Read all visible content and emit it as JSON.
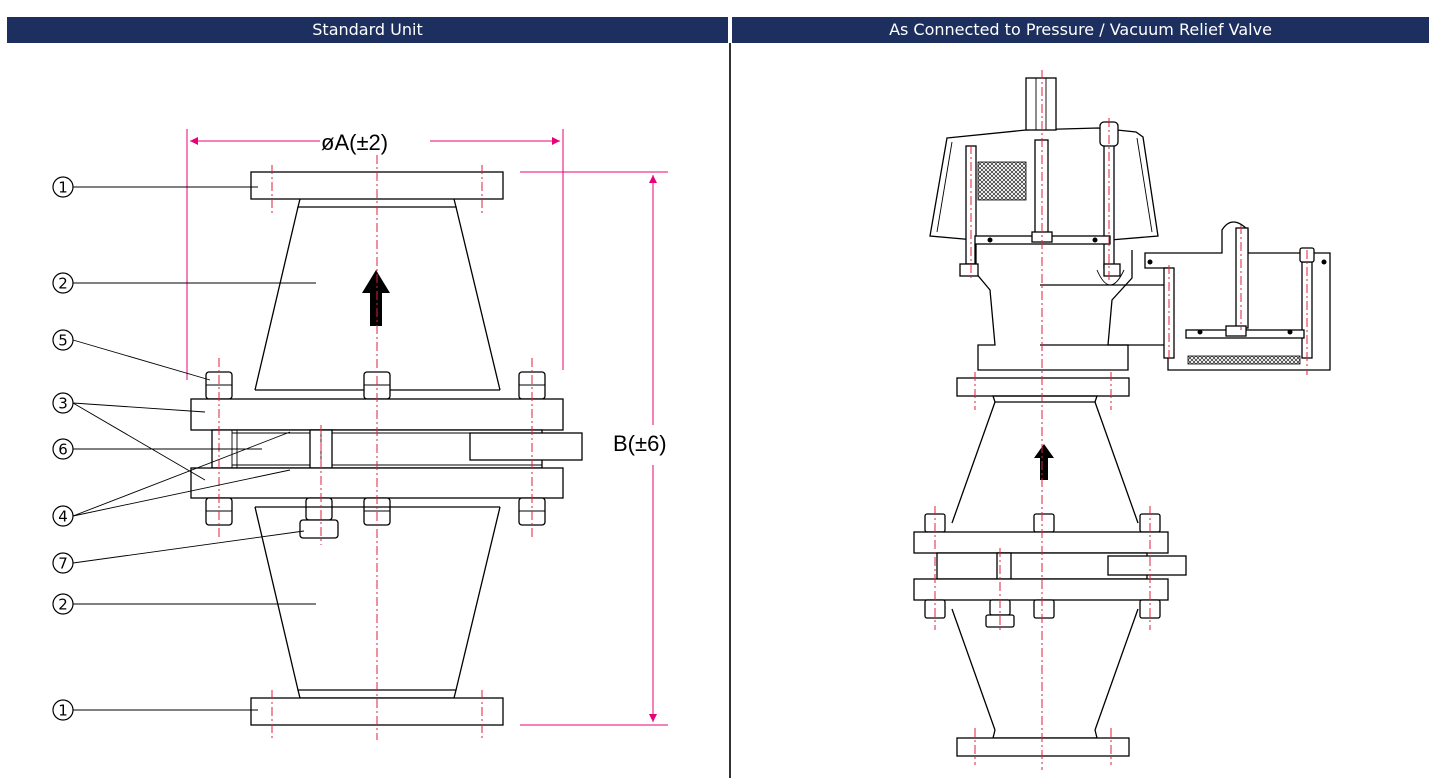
{
  "headers": {
    "left": "Standard Unit",
    "right": "As Connected to Pressure / Vacuum Relief Valve"
  },
  "dimensions": {
    "diameter": "øA(±2)",
    "height": "B(±6)"
  },
  "balloons": [
    "1",
    "2",
    "5",
    "3",
    "6",
    "4",
    "7",
    "2",
    "1"
  ],
  "colors": {
    "header_bg": "#1c2f5e",
    "centerline": "#e0203a",
    "dimension": "#e8007a"
  }
}
